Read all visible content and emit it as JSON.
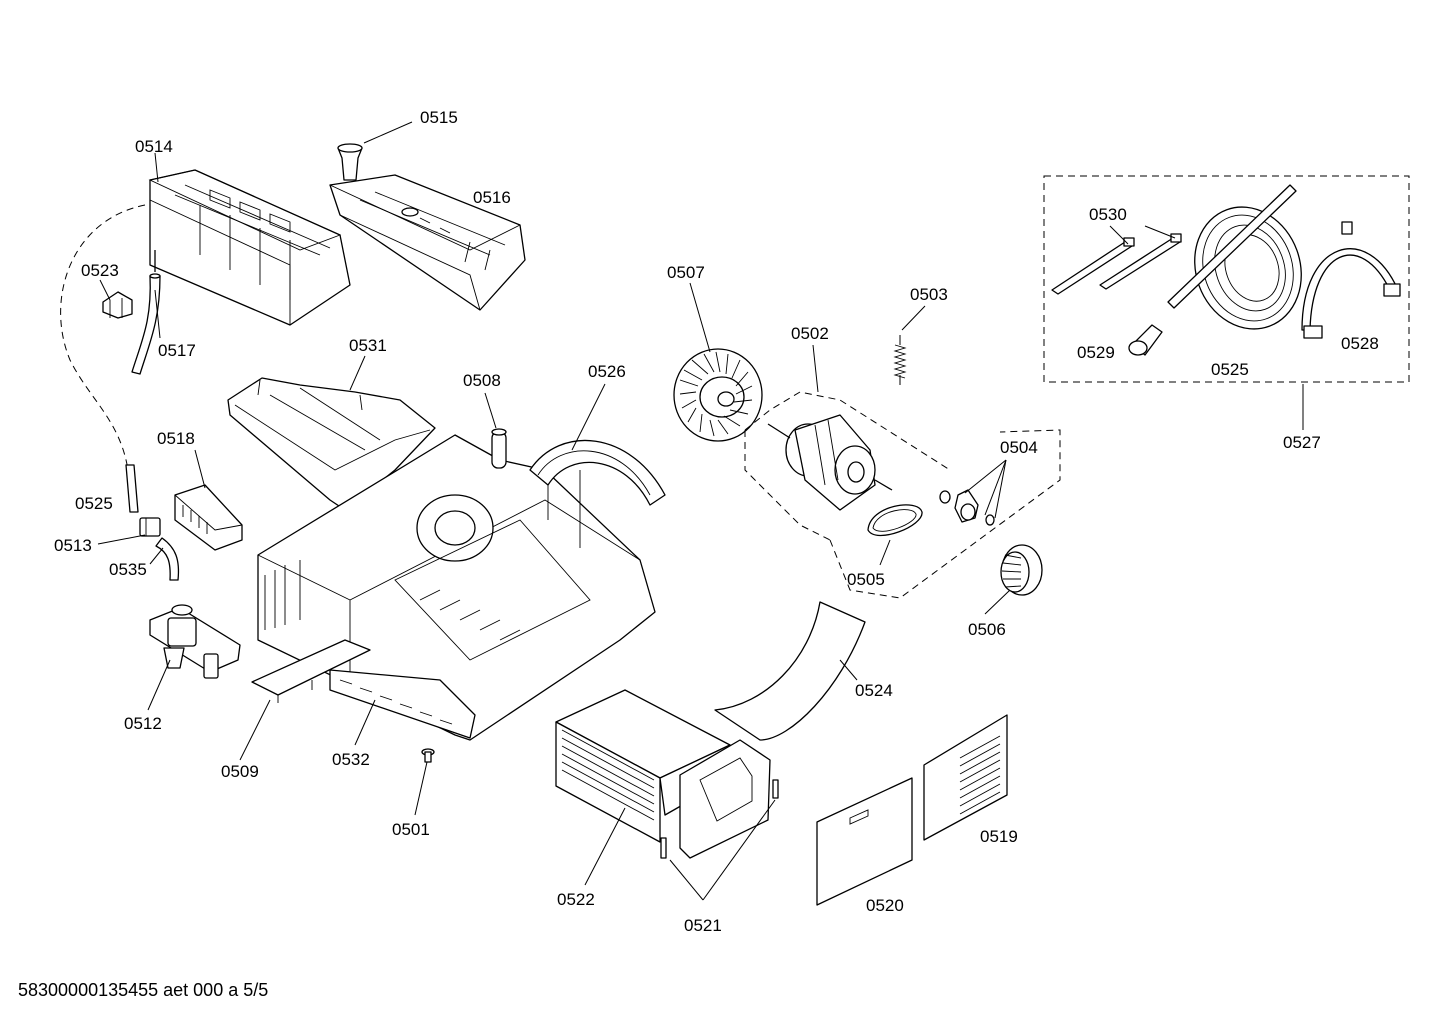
{
  "labels": {
    "p0501": "0501",
    "p0502": "0502",
    "p0503": "0503",
    "p0504": "0504",
    "p0505": "0505",
    "p0506": "0506",
    "p0507": "0507",
    "p0508": "0508",
    "p0509": "0509",
    "p0512": "0512",
    "p0513": "0513",
    "p0514": "0514",
    "p0515": "0515",
    "p0516": "0516",
    "p0517": "0517",
    "p0518": "0518",
    "p0519": "0519",
    "p0520": "0520",
    "p0521": "0521",
    "p0522": "0522",
    "p0523": "0523",
    "p0524": "0524",
    "p0525a": "0525",
    "p0525b": "0525",
    "p0526": "0526",
    "p0527": "0527",
    "p0528": "0528",
    "p0529": "0529",
    "p0530": "0530",
    "p0531": "0531",
    "p0532": "0532",
    "p0535": "0535"
  },
  "footer": "58300000135455 aet 000 a 5/5"
}
